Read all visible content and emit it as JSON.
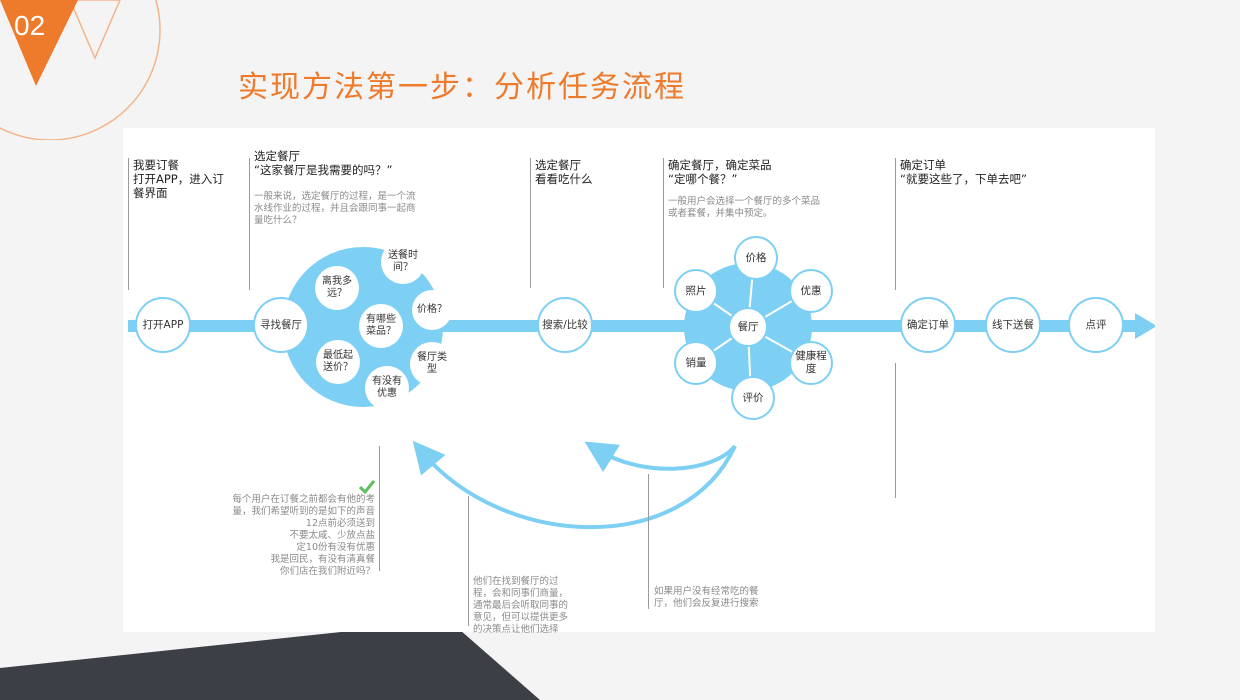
{
  "slide_number": "02",
  "title": "实现方法第一步：分析任务流程",
  "headers": [
    {
      "l1": "我要订餐",
      "l2": "打开APP，进入订",
      "l3": "餐界面"
    },
    {
      "l1": "选定餐厅",
      "l2": "“这家餐厅是我需要的吗？”"
    },
    {
      "l1": "选定餐厅",
      "l2": "看看吃什么"
    },
    {
      "l1": "确定餐厅，确定菜品",
      "l2": "“定哪个餐？”"
    },
    {
      "l1": "确定订单",
      "l2": "“就要这些了，下单去吧”"
    }
  ],
  "notes": {
    "n1": [
      "一般来说，选定餐厅的过程，是一个流",
      "水线作业的过程，并且会跟同事一起商",
      "量吃什么？"
    ],
    "n2": [
      "一般用户会选择一个餐厅的多个菜品",
      "或者套餐，并集中预定。"
    ],
    "n3": [
      "每个用户在订餐之前都会有他的考",
      "量，我们希望听到的是如下的声音",
      "12点前必须送到",
      "不要太咸、少放点盐",
      "定10份有没有优惠",
      "我是回民，有没有清真餐",
      "你们店在我们附近吗？"
    ],
    "n4": [
      "他们在找到餐厅的过",
      "程，会和同事们商量，",
      "通常最后会听取同事的",
      "意见，但可以提供更多",
      "的决策点让他们选择"
    ],
    "n5": [
      "如果用户没有经常吃的餐",
      "厅，他们会反复进行搜索"
    ]
  },
  "nodes": {
    "open_app": "打开APP",
    "find": "寻找餐厅",
    "search": "搜索/比较",
    "restaurant": "餐厅",
    "confirm": "确定订单",
    "delivery": "线下送餐",
    "review": "点评"
  },
  "big_circle_items": {
    "distance": "离我多远？",
    "delivery_time": "送餐时间？",
    "dishes": "有哪些菜品？",
    "price": "价格？",
    "min_price": "最低起送价？",
    "type": "餐厅类型",
    "discount": "有没有优惠"
  },
  "hex_items": {
    "price": "价格",
    "photo": "照片",
    "discount": "优惠",
    "sales": "销量",
    "health": "健康程度",
    "rating": "评价"
  },
  "colors": {
    "accent": "#ee7a2c",
    "flow": "#7dcff4",
    "dark": "#3c3f45"
  }
}
